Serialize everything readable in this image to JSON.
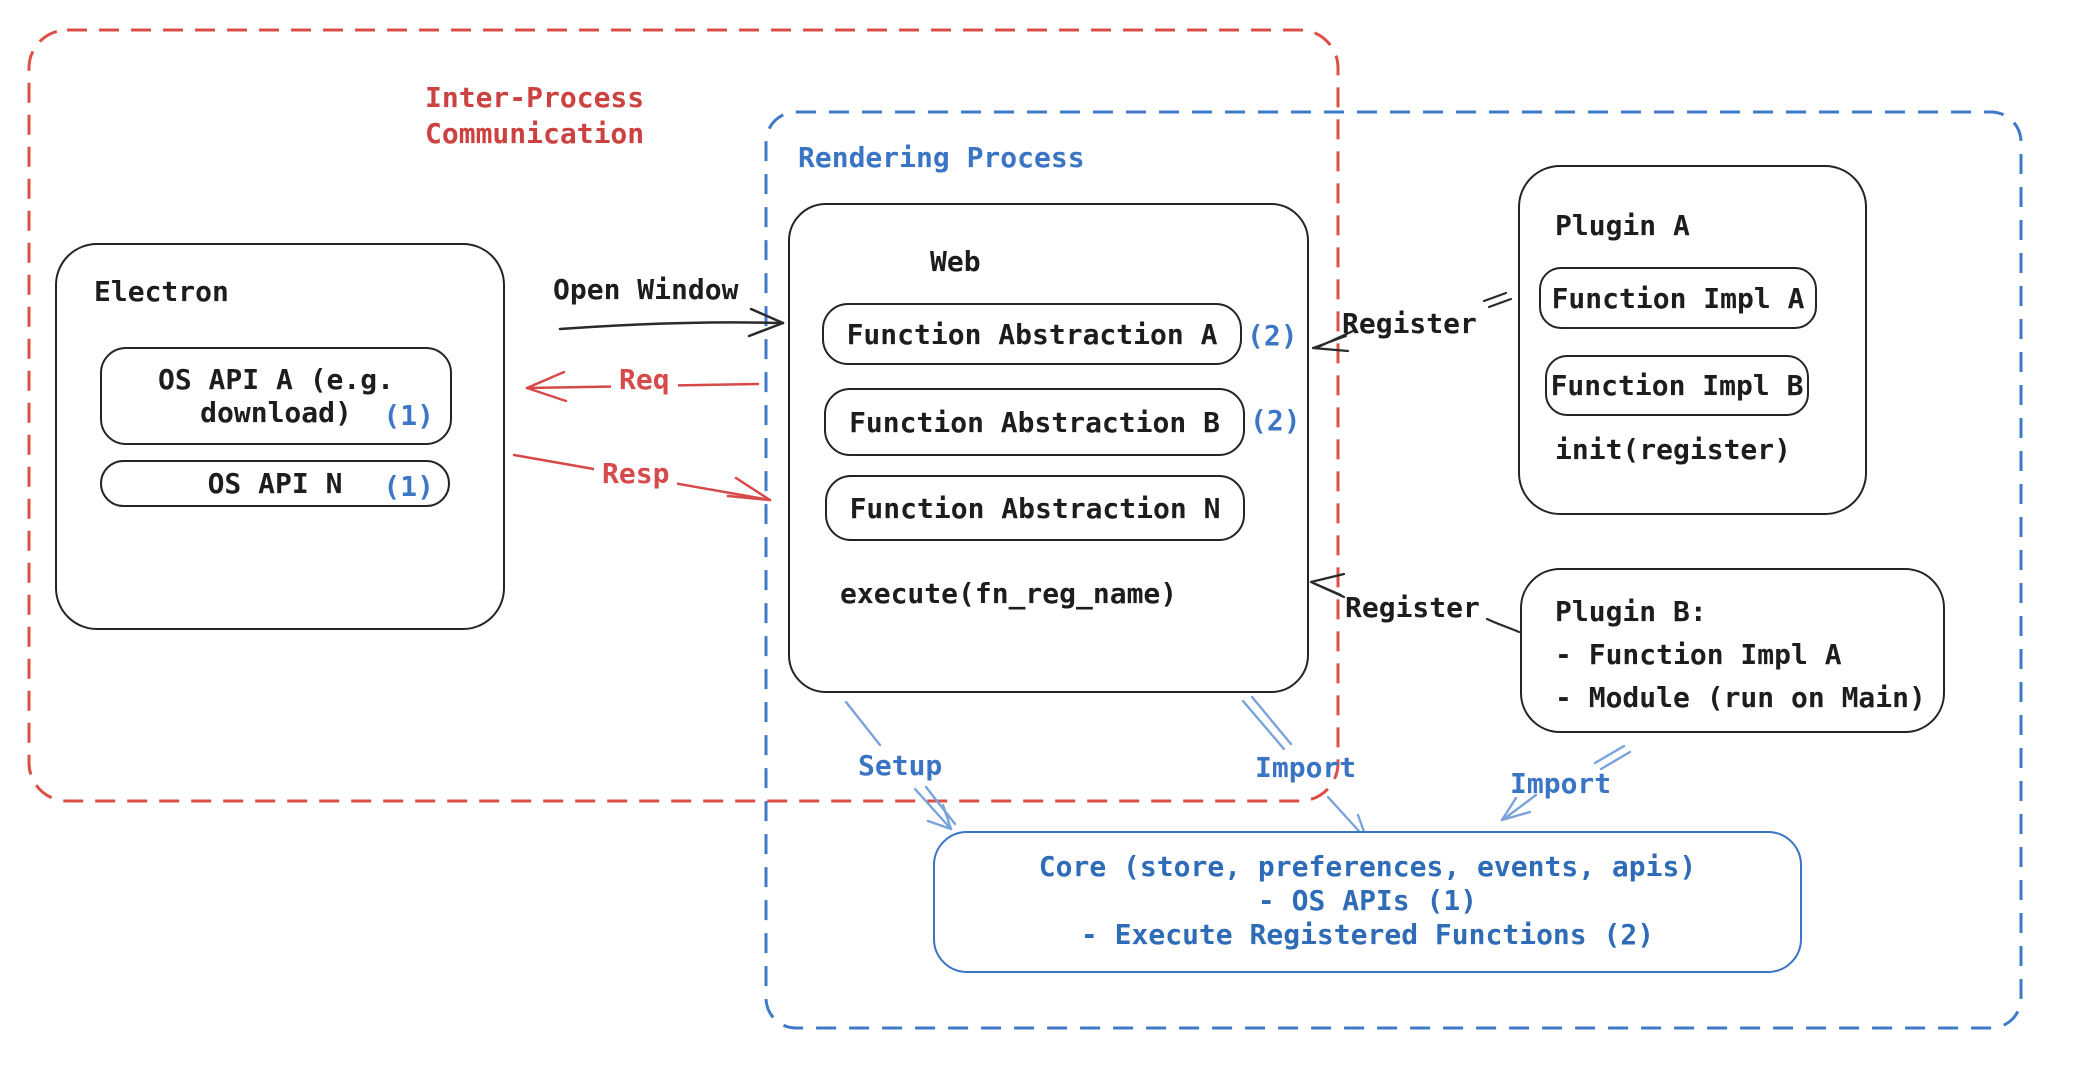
{
  "frames": {
    "ipc": {
      "label_line1": "Inter-Process",
      "label_line2": "Communication"
    },
    "rendering": {
      "label": "Rendering Process"
    }
  },
  "electron": {
    "title": "Electron",
    "os_api_a": {
      "line1": "OS API A (e.g.",
      "line2": "download)",
      "ref": "(1)"
    },
    "os_api_n": {
      "label": "OS API N",
      "ref": "(1)"
    }
  },
  "web": {
    "title": "Web",
    "abstractions": [
      {
        "label": "Function Abstraction A",
        "ref": "(2)"
      },
      {
        "label": "Function Abstraction B",
        "ref": "(2)"
      },
      {
        "label": "Function Abstraction N",
        "ref": ""
      }
    ],
    "footer": "execute(fn_reg_name)"
  },
  "plugin_a": {
    "title": "Plugin A",
    "impl_a": "Function Impl A",
    "impl_b": "Function Impl B",
    "footer": "init(register)"
  },
  "plugin_b": {
    "title": "Plugin B:",
    "item1": "- Function Impl A",
    "item2": "- Module (run on Main)"
  },
  "core": {
    "line1": "Core (store, preferences, events, apis)",
    "line2": "- OS APIs (1)",
    "line3": "- Execute Registered Functions (2)"
  },
  "labels": {
    "open_window": "Open Window",
    "req": "Req",
    "resp": "Resp",
    "register_top": "Register",
    "register_bottom": "Register",
    "setup": "Setup",
    "import_web": "Import",
    "import_plugin": "Import"
  },
  "colors": {
    "red_title": "#cc4240",
    "red_dash": "#dd4f44",
    "red_arrow": "#d64a4a",
    "blue_text": "#3a74c4",
    "blue_dash": "#3e7ac8",
    "blue_arrow": "#7aa3dc",
    "core_blue": "#2f6cb8",
    "ink": "#242424"
  }
}
